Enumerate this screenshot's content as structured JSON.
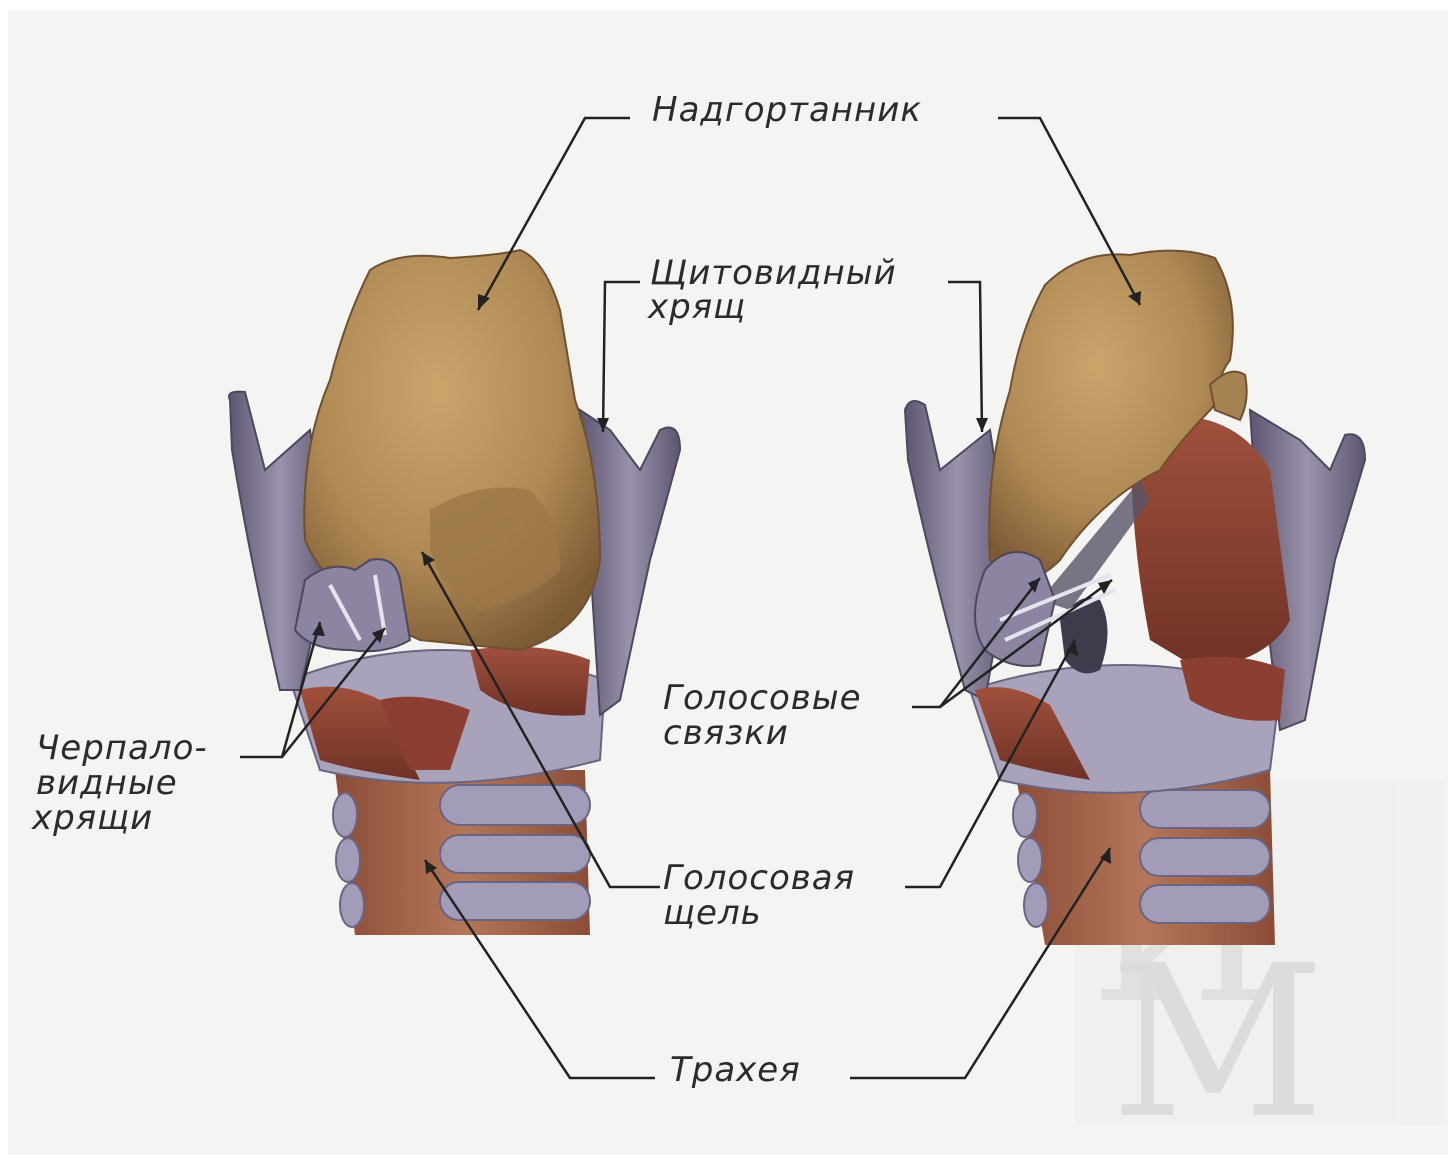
{
  "labels": {
    "epiglottis": "Надгортанник",
    "thyroid_1": "Щитовидный",
    "thyroid_2": "хрящ",
    "arytenoid_1": "Черпало-",
    "arytenoid_2": "видные",
    "arytenoid_3": "хрящи",
    "vocal_cords_1": "Голосовые",
    "vocal_cords_2": "связки",
    "glottis_1": "Голосовая",
    "glottis_2": "щель",
    "trachea": "Трахея"
  },
  "watermark": "ИМ",
  "colors": {
    "background": "#f4f4f2",
    "cartilage": "#b5915c",
    "cartilage_shade": "#8f6e42",
    "thyroid_purple": "#7d7490",
    "muscle": "#8f4434",
    "trachea_ring": "#9c95b0",
    "leader_line": "#222222"
  }
}
